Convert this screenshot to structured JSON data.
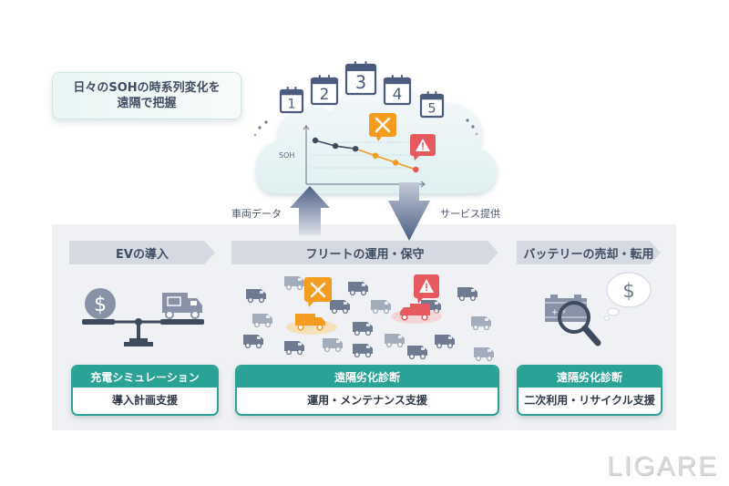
{
  "callout": {
    "line1": "日々のSOHの時系列変化を",
    "line2": "遠隔で把握"
  },
  "cloud": {
    "calendar_days": [
      "1",
      "2",
      "3",
      "4",
      "5"
    ],
    "chart": {
      "ylabel": "SOH",
      "normal_points": 3,
      "warning_points": 2,
      "alert_points": 1,
      "soh_trend": [
        1.0,
        0.92,
        0.88,
        0.78,
        0.68,
        0.58
      ]
    },
    "maintenance_icon": "wrench-screwdriver-icon",
    "alert_icon": "warning-icon"
  },
  "arrows": {
    "up_label": "車両データ",
    "down_label": "サービス提供"
  },
  "stages": [
    {
      "title": "EVの導入",
      "card_top": "充電シミュレーション",
      "card_bottom": "導入計画支援"
    },
    {
      "title": "フリートの運用・保守",
      "card_top": "遠隔劣化診断",
      "card_bottom": "運用・メンテナンス支援"
    },
    {
      "title": "バッテリーの売却・転用",
      "card_top": "遠隔劣化診断",
      "card_bottom": "二次利用・リサイクル支援"
    }
  ],
  "colors": {
    "teal": "#2aa396",
    "orange": "#f39c1f",
    "red": "#e65a5f",
    "navy": "#4a5b7d",
    "gray_truck": "#6e7a8f"
  },
  "logo": "LIGARE"
}
